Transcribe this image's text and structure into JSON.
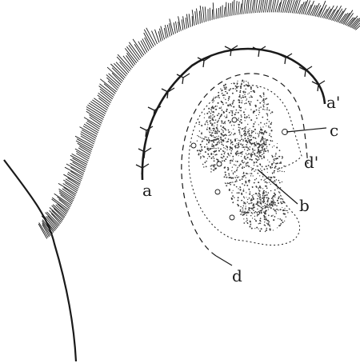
{
  "labels": {
    "a": "a",
    "a_prime": "a'",
    "b": "b",
    "c": "c",
    "d": "d",
    "d_prime": "d'"
  },
  "colors": {
    "ink": "#1a1a1a",
    "paper": "#ffffff",
    "stipple": "#3a3a3a"
  }
}
